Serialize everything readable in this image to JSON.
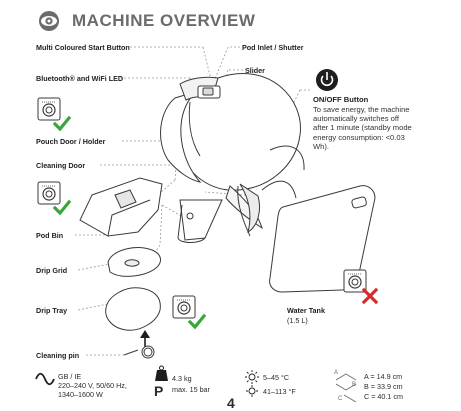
{
  "header": {
    "title": "MACHINE OVERVIEW",
    "icon": "eye-icon"
  },
  "labels": {
    "multi_coloured_start_button": "Multi Coloured Start Button",
    "bluetooth_wifi_led": "Bluetooth® and WiFi LED",
    "pouch_door_holder": "Pouch Door / Holder",
    "cleaning_door": "Cleaning Door",
    "pod_bin": "Pod Bin",
    "drip_grid": "Drip Grid",
    "drip_tray": "Drip Tray",
    "cleaning_pin": "Cleaning pin",
    "pod_inlet_shutter": "Pod Inlet / Shutter",
    "slider": "Slider",
    "water_tank": "Water Tank",
    "water_tank_volume": "(1.5 L)"
  },
  "onoff": {
    "title": "ON/OFF Button",
    "body": "To save energy, the machine automatically switches off after 1 minute (standby mode energy consumption: <0.03 Wh)."
  },
  "specs": {
    "power_region": "GB / IE",
    "power_voltage": "220–240 V, 50/60 Hz,",
    "power_watts": "1340–1600 W",
    "weight": "4.3 kg",
    "pressure": "max. 15 bar",
    "temp_c": "5–45 °C",
    "temp_f": "41–113 °F",
    "dim_a": "A = 14.9 cm",
    "dim_b": "B = 33.9 cm",
    "dim_c": "C = 40.1 cm",
    "dim_letter_a": "A",
    "dim_letter_b": "B",
    "dim_letter_c": "C",
    "weight_letter": "P"
  },
  "page": {
    "number": "4"
  },
  "colors": {
    "check": "#3aa63a",
    "cross": "#d62b2b",
    "title": "#6b6b6b"
  }
}
